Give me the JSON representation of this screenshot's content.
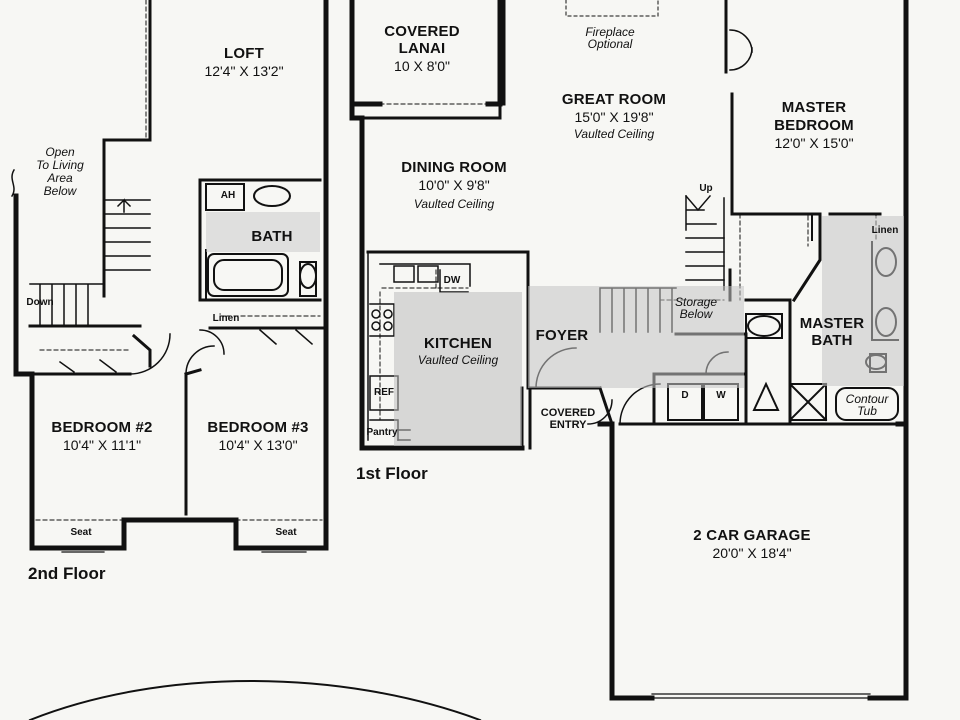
{
  "floors": {
    "second": "2nd Floor",
    "first": "1st Floor"
  },
  "rooms": {
    "loft": {
      "name": "LOFT",
      "dims": "12'4\" X 13'2\""
    },
    "open_area": {
      "line1": "Open",
      "line2": "To Living",
      "line3": "Area",
      "line4": "Below"
    },
    "bath": {
      "name": "BATH"
    },
    "ah": "AH",
    "down": "Down",
    "linen_upper": "Linen",
    "bedroom2": {
      "name": "BEDROOM #2",
      "dims": "10'4\" X 11'1\""
    },
    "bedroom3": {
      "name": "BEDROOM #3",
      "dims": "10'4\" X 13'0\""
    },
    "seat": "Seat",
    "lanai": {
      "line1": "COVERED",
      "line2": "LANAI",
      "dims": "10 X 8'0\""
    },
    "fireplace": {
      "line1": "Fireplace",
      "line2": "Optional"
    },
    "great_room": {
      "name": "GREAT ROOM",
      "dims": "15'0\" X 19'8\"",
      "note": "Vaulted Ceiling"
    },
    "dining": {
      "name": "DINING ROOM",
      "dims": "10'0\" X 9'8\"",
      "note": "Vaulted Ceiling"
    },
    "master_bedroom": {
      "line1": "MASTER",
      "line2": "BEDROOM",
      "dims": "12'0\" X 15'0\""
    },
    "up": "Up",
    "linen_master": "Linen",
    "kitchen": {
      "name": "KITCHEN",
      "note": "Vaulted Ceiling"
    },
    "dw": "DW",
    "ref": "REF",
    "pantry": "Pantry",
    "foyer": "FOYER",
    "storage": {
      "line1": "Storage",
      "line2": "Below"
    },
    "master_bath": {
      "line1": "MASTER",
      "line2": "BATH"
    },
    "washer": "W",
    "dryer": "D",
    "tub": {
      "line1": "Contour",
      "line2": "Tub"
    },
    "entry": {
      "line1": "COVERED",
      "line2": "ENTRY"
    },
    "garage": {
      "name": "2 CAR GARAGE",
      "dims": "20'0\" X 18'4\""
    }
  }
}
